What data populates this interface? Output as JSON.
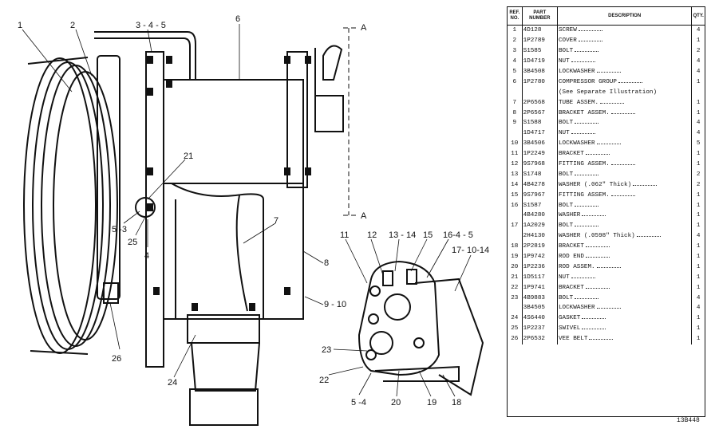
{
  "callouts": {
    "c1": "1",
    "c2": "2",
    "c3": "3 - 4 - 5",
    "c6": "6",
    "c21": "21",
    "c53a": "5 -3",
    "c25": "25",
    "c4": "4",
    "c7": "7",
    "c8": "8",
    "c910": "9 - 10",
    "c26": "26",
    "c24": "24",
    "c11": "11",
    "c12": "12",
    "c1314": "13 - 14",
    "c15": "15",
    "c1645": "16-4 - 5",
    "c171014": "17- 10-14",
    "c23": "23",
    "c22": "22",
    "c54": "5 -4",
    "c20": "20",
    "c19": "19",
    "c18": "18",
    "sectionA_top": "A",
    "sectionA_bottom": "A"
  },
  "table": {
    "headers": [
      "REF. NO.",
      "PART NUMBER",
      "DESCRIPTION",
      "QTY."
    ],
    "rows": [
      {
        "ref": "1",
        "part": "4D128",
        "desc": "SCREW",
        "qty": "4"
      },
      {
        "ref": "2",
        "part": "1P2789",
        "desc": "COVER",
        "qty": "1"
      },
      {
        "ref": "3",
        "part": "S1585",
        "desc": "BOLT",
        "qty": "2"
      },
      {
        "ref": "4",
        "part": "1D4719",
        "desc": "NUT",
        "qty": "4"
      },
      {
        "ref": "5",
        "part": "3B4508",
        "desc": "LOCKWASHER",
        "qty": "4"
      },
      {
        "ref": "6",
        "part": "1P2780",
        "desc": "COMPRESSOR GROUP",
        "qty": "1"
      },
      {
        "ref": "",
        "part": "",
        "desc": "(See Separate Illustration)",
        "qty": ""
      },
      {
        "ref": "7",
        "part": "2P6568",
        "desc": "TUBE ASSEM.",
        "qty": "1"
      },
      {
        "ref": "8",
        "part": "2P6567",
        "desc": "BRACKET ASSEM.",
        "qty": "1"
      },
      {
        "ref": "9",
        "part": "S1588",
        "desc": "BOLT",
        "qty": "4"
      },
      {
        "ref": "",
        "part": "1D4717",
        "desc": "NUT",
        "qty": "4"
      },
      {
        "ref": "10",
        "part": "3B4506",
        "desc": "LOCKWASHER",
        "qty": "5"
      },
      {
        "ref": "11",
        "part": "1P2249",
        "desc": "BRACKET",
        "qty": "1"
      },
      {
        "ref": "12",
        "part": "9S7968",
        "desc": "FITTING ASSEM.",
        "qty": "1"
      },
      {
        "ref": "13",
        "part": "S1748",
        "desc": "BOLT",
        "qty": "2"
      },
      {
        "ref": "14",
        "part": "4B4278",
        "desc": "WASHER (.062\" Thick)",
        "qty": "2"
      },
      {
        "ref": "15",
        "part": "9S7967",
        "desc": "FITTING ASSEM.",
        "qty": "1"
      },
      {
        "ref": "16",
        "part": "S1587",
        "desc": "BOLT",
        "qty": "1"
      },
      {
        "ref": "",
        "part": "4B4280",
        "desc": "WASHER",
        "qty": "1"
      },
      {
        "ref": "17",
        "part": "1A2029",
        "desc": "BOLT",
        "qty": "1"
      },
      {
        "ref": "",
        "part": "2H4130",
        "desc": "WASHER (.0598\" Thick)",
        "qty": "4"
      },
      {
        "ref": "18",
        "part": "2P2819",
        "desc": "BRACKET",
        "qty": "1"
      },
      {
        "ref": "19",
        "part": "1P9742",
        "desc": "ROD END",
        "qty": "1"
      },
      {
        "ref": "20",
        "part": "1P2236",
        "desc": "ROD ASSEM.",
        "qty": "1"
      },
      {
        "ref": "21",
        "part": "1D5117",
        "desc": "NUT",
        "qty": "1"
      },
      {
        "ref": "22",
        "part": "1P9741",
        "desc": "BRACKET",
        "qty": "1"
      },
      {
        "ref": "23",
        "part": "4B9883",
        "desc": "BOLT",
        "qty": "4"
      },
      {
        "ref": "",
        "part": "3B4505",
        "desc": "LOCKWASHER",
        "qty": "4"
      },
      {
        "ref": "24",
        "part": "4S6440",
        "desc": "GASKET",
        "qty": "1"
      },
      {
        "ref": "25",
        "part": "1P2237",
        "desc": "SWIVEL",
        "qty": "1"
      },
      {
        "ref": "26",
        "part": "2P6532",
        "desc": "VEE BELT",
        "qty": "1"
      }
    ]
  },
  "figure_number": "13B448"
}
